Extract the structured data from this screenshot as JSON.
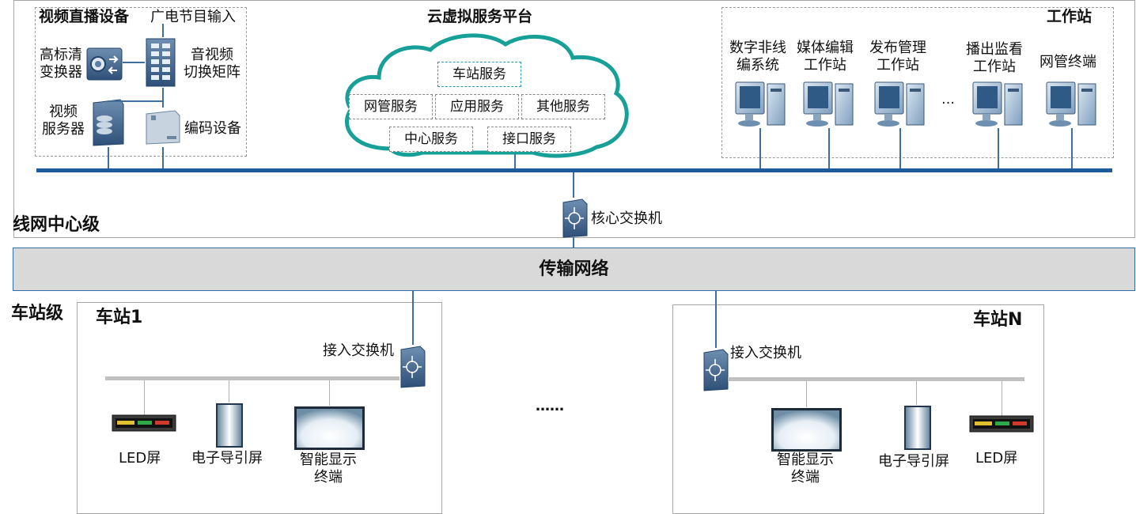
{
  "center_level": {
    "label": "线网中心级",
    "video_group": {
      "title": "视频直播设备",
      "broadcast_input": "广电节目输入",
      "hd_converter": [
        "高标清",
        "变换器"
      ],
      "av_matrix": [
        "音视频",
        "切换矩阵"
      ],
      "video_server": [
        "视频",
        "服务器"
      ],
      "encoder": "编码设备"
    },
    "cloud": {
      "title": "云虚拟服务平台",
      "services": {
        "station": "车站服务",
        "netmgmt": "网管服务",
        "app": "应用服务",
        "other": "其他服务",
        "center": "中心服务",
        "interface": "接口服务"
      }
    },
    "workstations": {
      "title": "工作站",
      "items": [
        [
          "数字非线",
          "编系统"
        ],
        [
          "媒体编辑",
          "工作站"
        ],
        [
          "发布管理",
          "工作站"
        ],
        [
          "播出监看",
          "工作站"
        ],
        [
          "网管终端"
        ]
      ],
      "ellipsis": "…"
    },
    "core_switch": "核心交换机"
  },
  "transport": {
    "label": "传输网络"
  },
  "station_level": {
    "label": "车站级",
    "ellipsis": "……",
    "station1": {
      "title": "车站1",
      "switch": "接入交换机",
      "led": "LED屏",
      "guide": "电子导引屏",
      "display": [
        "智能显示",
        "终端"
      ]
    },
    "stationN": {
      "title": "车站N",
      "switch": "接入交换机",
      "display": [
        "智能显示",
        "终端"
      ],
      "guide": "电子导引屏",
      "led": "LED屏"
    }
  },
  "colors": {
    "bus": "#1e5b9a",
    "cloud": "#17a097",
    "transport_fill": "#d9d9d9",
    "transport_border": "#2f6fa6",
    "device": "#3a5f8a"
  }
}
